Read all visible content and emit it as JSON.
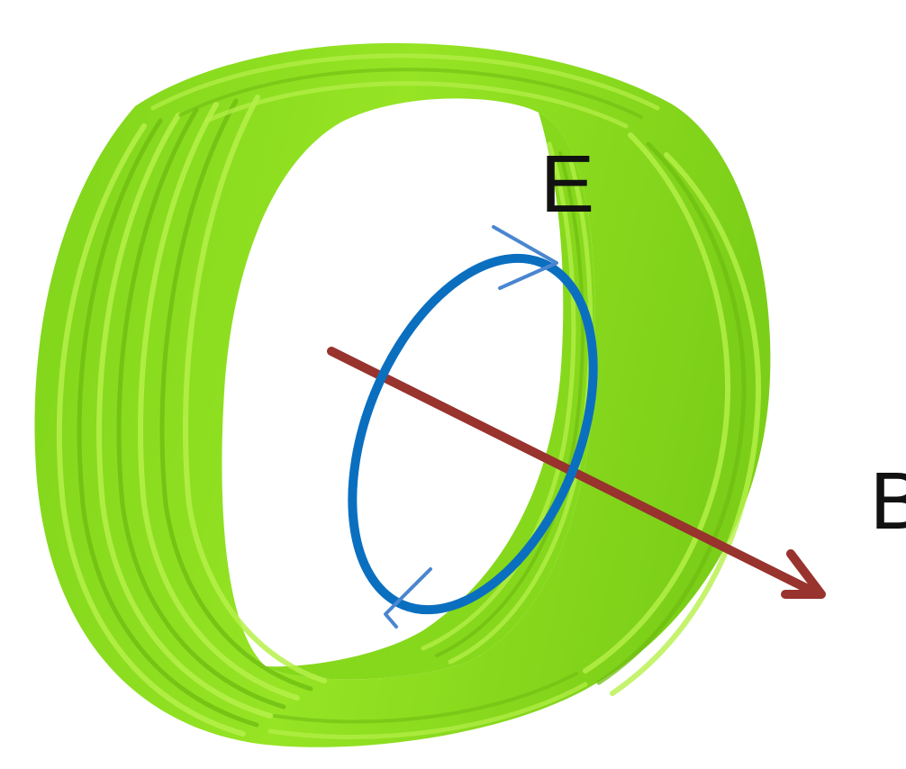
{
  "labels": {
    "electric_field": "E",
    "magnetic_field": "B"
  },
  "colors": {
    "coil": "#8ee21f",
    "coil_light": "#b8f24a",
    "coil_dark": "#5aa30f",
    "coil_inner_shadow": "#6dbb12",
    "electric_loop": "#0b6fc0",
    "loop_arrowheads": "#4a86d0",
    "magnetic_axis": "#98332e",
    "label_text": "#111111",
    "background": "#ffffff"
  },
  "icons": {
    "coil": "helical-solenoid-coil",
    "electric_loop": "circulating-electric-field-loop",
    "magnetic_axis": "magnetic-field-arrow"
  },
  "coil": {
    "turns": 7
  }
}
